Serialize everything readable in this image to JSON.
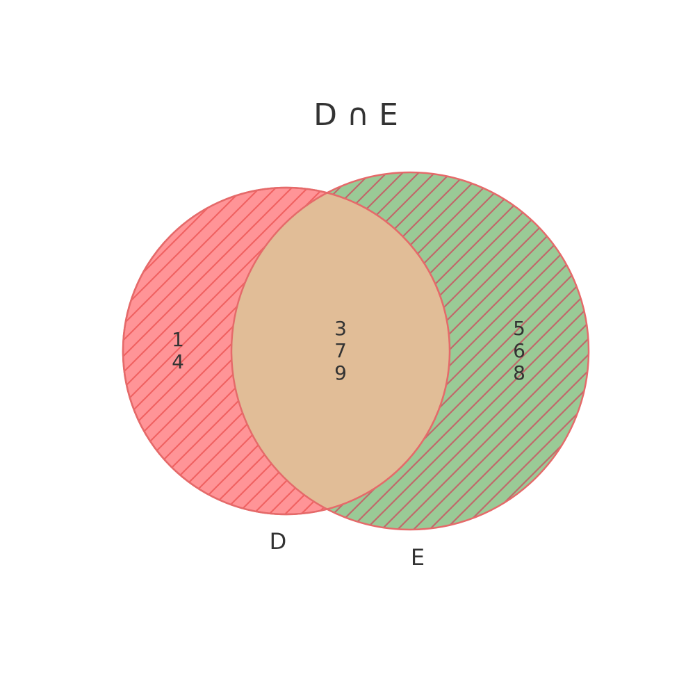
{
  "title": "D ∩ E",
  "sets": [
    {
      "name": "D",
      "only_elements": [
        "1",
        "4"
      ],
      "color": "#ff0000"
    },
    {
      "name": "E",
      "only_elements": [
        "5",
        "6",
        "8"
      ],
      "color": "#008000"
    }
  ],
  "intersection": {
    "elements": [
      "3",
      "7",
      "9"
    ],
    "color": "#e1bd97"
  },
  "colors": {
    "d_fill": "#ff9497",
    "e_fill": "#9aca96",
    "hatch_d": "#f06262",
    "hatch_e": "#c0686a",
    "outline": "#e56a6a",
    "text": "#333333"
  }
}
